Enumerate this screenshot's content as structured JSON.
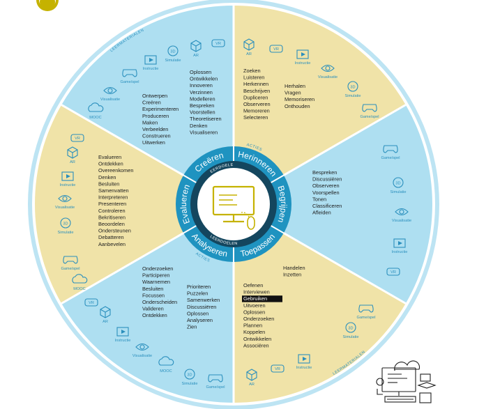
{
  "colors": {
    "blue_sector": "#aedff1",
    "yellow_sector": "#f0e3a8",
    "outer_ring": "#ffffff",
    "rim": "#bde4f3",
    "inner_ring_dark": "#14465e",
    "inner_ring_teal": "#1f93c0",
    "center_icon": "#c5b200",
    "text": "#1d1d1d",
    "icon": "#2a8fbd"
  },
  "ring_labels": {
    "leerdoelen_top": "LEERDOELEN",
    "leerdoelen_bottom": "LEERDOELEN",
    "acties_top": "ACTIES",
    "acties_bottom": "ACTIES",
    "leermaterialen_top": "LEERMATERIALEN",
    "leermaterialen_bottom": "LEERMATERIALEN"
  },
  "segments": {
    "creeren": "Creëren",
    "herinneren": "Herinneren",
    "begrijpen": "Begrijpen",
    "toepassen": "Toepassen",
    "analyseren": "Analyseren",
    "evalueren": "Evalueren"
  },
  "verbs": {
    "herinneren_col1": [
      "Zoeken",
      "Luisteren",
      "Herkennen",
      "Beschrijven",
      "Dupliceren",
      "Observeren",
      "Memoreren",
      "Selecteren"
    ],
    "herinneren_col2": [
      "Herhalen",
      "Vragen",
      "Memoriseren",
      "Onthouden"
    ],
    "begrijpen": [
      "Bespreken",
      "Discussiëren",
      "Observeren",
      "Voorspellen",
      "Tonen",
      "Classificeren",
      "Afleiden"
    ],
    "toepassen_a": [
      "Handelen",
      "Inzetten"
    ],
    "toepassen_b": [
      "Oefenen",
      "Interviewen",
      "Gebruiken",
      "Uitvoeren",
      "Oplossen",
      "Onderzoeken",
      "Plannen",
      "Koppelen",
      "Ontwikkelen",
      "Associëren"
    ],
    "analyseren_col1": [
      "Onderzoeken",
      "Participeren",
      "Waarnemen",
      "Besluiten",
      "Focussen",
      "Onderscheiden",
      "Valideren",
      "Ontdekken"
    ],
    "analyseren_col2": [
      "Prioriteren",
      "Puzzelen",
      "Samenwerken",
      "Discussiëren",
      "Oplossen",
      "Analyseren",
      "Zien"
    ],
    "evalueren": [
      "Evalueren",
      "Ontdekken",
      "Overeenkomen",
      "Denken",
      "Besluiten",
      "Samenvatten",
      "Interpreteren",
      "Presenteren",
      "Controleren",
      "Bekritiseren",
      "Beoordelen",
      "Ondersteunen",
      "Debatteren",
      "Aanbevelen"
    ],
    "creeren_col1": [
      "Ontwerpen",
      "Creëren",
      "Experimenteren",
      "Produceren",
      "Maken",
      "Verbeelden",
      "Construeren",
      "Uitwerken"
    ],
    "creeren_col2": [
      "Oplossen",
      "Ontwikkelen",
      "Innoveren",
      "Verzinnen",
      "Modelleren",
      "Bespreken",
      "Voorstellen",
      "Theoretiseren",
      "Denken",
      "Visualiseren"
    ]
  },
  "icon_captions": {
    "ar": "AR",
    "vr": "VR",
    "simulatie": "Simulatie",
    "instructie": "Instructie",
    "visualisatie": "Visualisatie",
    "game": "Game/spel",
    "mooc": "MOOC",
    "sim3d": "3D"
  }
}
